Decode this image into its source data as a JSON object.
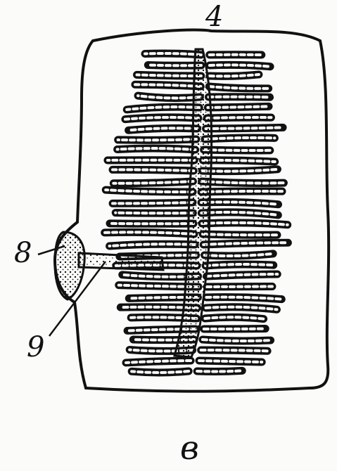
{
  "labels": {
    "top": "4",
    "left_upper": "8",
    "left_lower": "9",
    "caption": "в"
  },
  "colors": {
    "ink": "#111111",
    "paper": "#fbfbf9"
  }
}
